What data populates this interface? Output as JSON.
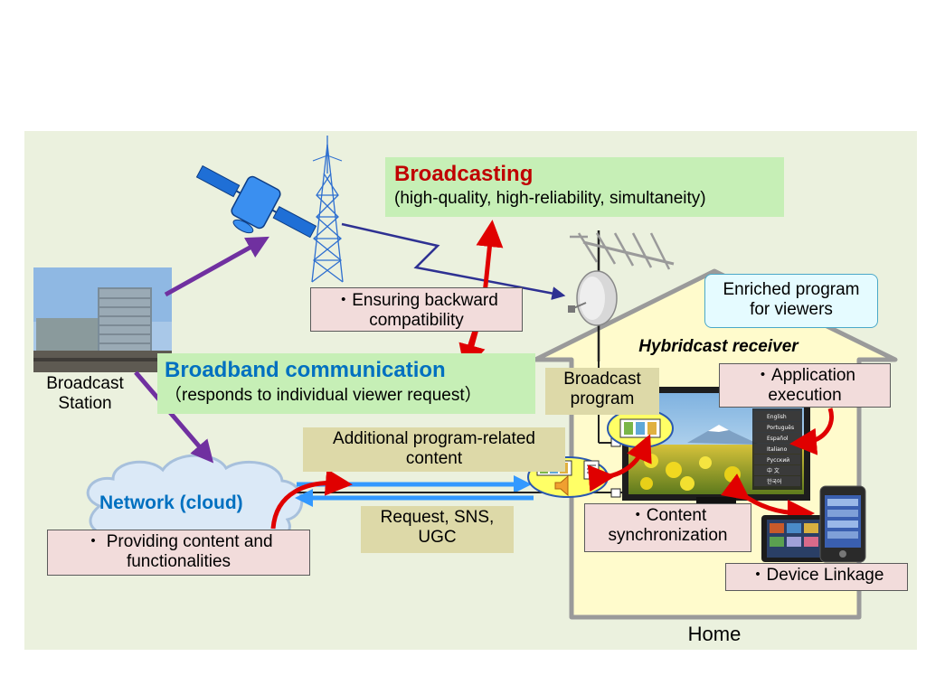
{
  "broadcasting": {
    "title": "Broadcasting",
    "subtitle": "(high-quality, high-reliability, simultaneity)"
  },
  "broadband": {
    "title": "Broadband communication",
    "subtitle": "（responds to individual viewer request）"
  },
  "backward": "・Ensuring backward compatibility",
  "station_label": "Broadcast Station",
  "enriched": "Enriched program for viewers",
  "receiver_label": "Hybridcast receiver",
  "broadcast_program": "Broadcast program",
  "app_execution": "・Application execution",
  "additional_content": "Additional program-related content",
  "network_label": "Network (cloud)",
  "providing": "・ Providing content and functionalities",
  "request": "Request, SNS, UGC",
  "content_sync": "・Content synchronization",
  "device_linkage": "・Device Linkage",
  "home_label": "Home",
  "tv_menu": [
    "English",
    "Português",
    "Español",
    "Italiano",
    "Русский",
    "中 文",
    "한국어"
  ],
  "colors": {
    "panel_bg": "#ebf1de",
    "broadcasting_title": "#c00000",
    "broadband_title": "#0070c0",
    "network_title": "#0070c0",
    "house_fill": "#fffbcc",
    "house_stroke": "#9a9a9a",
    "arrow_red": "#e00000",
    "arrow_purple": "#7030a0",
    "line_navy": "#2e3192",
    "line_blue": "#3399ff"
  }
}
